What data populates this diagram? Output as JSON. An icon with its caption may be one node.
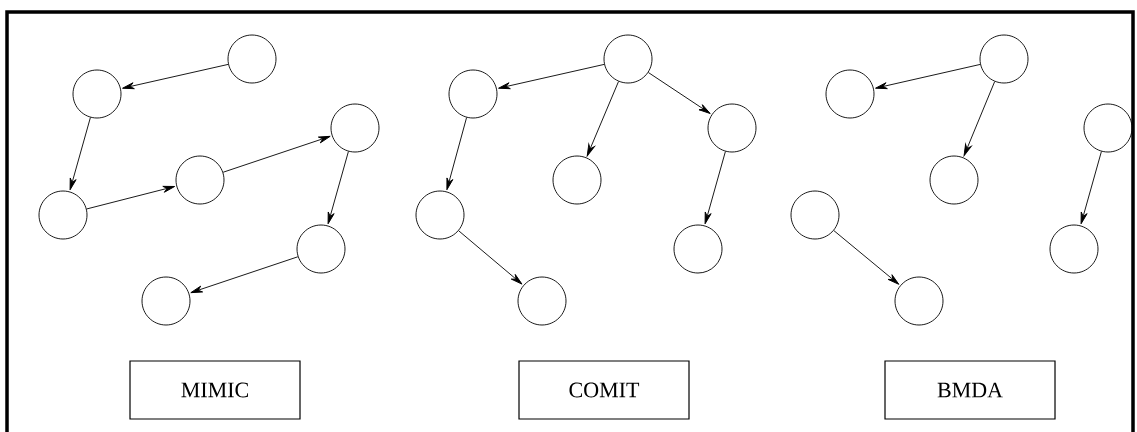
{
  "diagram": {
    "nodes": [
      {
        "text": [],
        "shape": "circle"
      },
      {
        "text": [],
        "shape": "circle"
      },
      {
        "text": [],
        "shape": "circle"
      },
      {
        "text": [],
        "shape": "circle"
      },
      {
        "text": [],
        "shape": "circle"
      },
      {
        "text": [],
        "shape": "circle"
      },
      {
        "text": [],
        "shape": "circle"
      },
      {
        "text": [],
        "shape": "circle"
      },
      {
        "text": [],
        "shape": "circle"
      },
      {
        "text": [],
        "shape": "circle"
      },
      {
        "text": [],
        "shape": "circle"
      },
      {
        "text": [],
        "shape": "circle"
      },
      {
        "text": [],
        "shape": "circle"
      },
      {
        "text": [],
        "shape": "circle"
      },
      {
        "text": [],
        "shape": "circle"
      },
      {
        "text": [],
        "shape": "circle"
      },
      {
        "text": [],
        "shape": "circle"
      },
      {
        "text": [],
        "shape": "circle"
      },
      {
        "text": [],
        "shape": "circle"
      },
      {
        "text": [],
        "shape": "circle"
      },
      {
        "text": [],
        "shape": "circle"
      },
      {
        "text": [
          "MIMIC"
        ]
      },
      {
        "text": [
          "COMIT"
        ]
      },
      {
        "text": [
          "BMDA"
        ]
      }
    ],
    "edges": [
      {
        "from": 0,
        "to": 1,
        "arrow": "to"
      },
      {
        "from": 1,
        "to": 2,
        "arrow": "to"
      },
      {
        "from": 2,
        "to": 3,
        "arrow": "to"
      },
      {
        "from": 3,
        "to": 4,
        "arrow": "to"
      },
      {
        "from": 4,
        "to": 5,
        "arrow": "to"
      },
      {
        "from": 5,
        "to": 6,
        "arrow": "to"
      },
      {
        "from": 7,
        "to": 8,
        "arrow": "to"
      },
      {
        "from": 7,
        "to": 9,
        "arrow": "to"
      },
      {
        "from": 7,
        "to": 10,
        "arrow": "to"
      },
      {
        "from": 8,
        "to": 11,
        "arrow": "to"
      },
      {
        "from": 10,
        "to": 12,
        "arrow": "to"
      },
      {
        "from": 11,
        "to": 13,
        "arrow": "to"
      },
      {
        "from": 14,
        "to": 15,
        "arrow": "to"
      },
      {
        "from": 14,
        "to": 16,
        "arrow": "to"
      },
      {
        "from": 17,
        "to": 19,
        "arrow": "to"
      },
      {
        "from": 18,
        "to": 20,
        "arrow": "to"
      }
    ]
  }
}
